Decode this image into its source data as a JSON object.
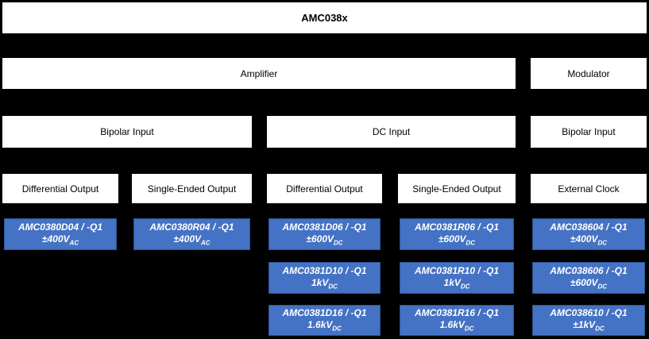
{
  "title": "AMC038x",
  "colors": {
    "background": "#000000",
    "category_fill": "#FFFFFF",
    "category_border": "#000000",
    "part_fill": "#4472C4",
    "part_border": "#2E5596",
    "part_text": "#FFFFFF"
  },
  "categories": {
    "amplifier": "Amplifier",
    "modulator": "Modulator"
  },
  "inputs": {
    "bipolar_left": "Bipolar Input",
    "dc": "DC Input",
    "bipolar_right": "Bipolar Input"
  },
  "outputs": {
    "col1": "Differential Output",
    "col2": "Single-Ended Output",
    "col3": "Differential Output",
    "col4": "Single-Ended Output",
    "col5": "External Clock"
  },
  "parts": {
    "col1": [
      {
        "name": "AMC0380D04 / -Q1",
        "rating": "±400V",
        "rating_sub": "AC"
      }
    ],
    "col2": [
      {
        "name": "AMC0380R04 / -Q1",
        "rating": "±400V",
        "rating_sub": "AC"
      }
    ],
    "col3": [
      {
        "name": "AMC0381D06 / -Q1",
        "rating": "±600V",
        "rating_sub": "DC"
      },
      {
        "name": "AMC0381D10 / -Q1",
        "rating": "1kV",
        "rating_sub": "DC"
      },
      {
        "name": "AMC0381D16 / -Q1",
        "rating": "1.6kV",
        "rating_sub": "DC"
      }
    ],
    "col4": [
      {
        "name": "AMC0381R06 / -Q1",
        "rating": "±600V",
        "rating_sub": "DC"
      },
      {
        "name": "AMC0381R10 / -Q1",
        "rating": "1kV",
        "rating_sub": "DC"
      },
      {
        "name": "AMC0381R16 / -Q1",
        "rating": "1.6kV",
        "rating_sub": "DC"
      }
    ],
    "col5": [
      {
        "name": "AMC038604 / -Q1",
        "rating": "±400V",
        "rating_sub": "DC"
      },
      {
        "name": "AMC038606 / -Q1",
        "rating": "±600V",
        "rating_sub": "DC"
      },
      {
        "name": "AMC038610 / -Q1",
        "rating": "±1kV",
        "rating_sub": "DC"
      }
    ]
  }
}
